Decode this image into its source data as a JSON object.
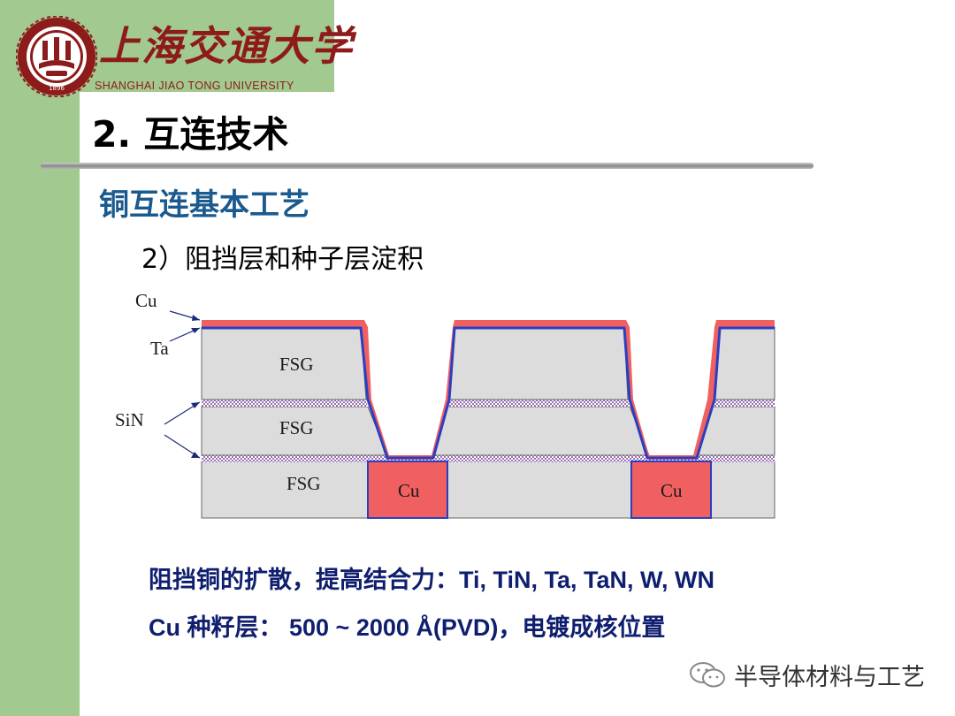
{
  "header": {
    "university_cn": "上海交通大学",
    "university_en": "SHANGHAI JIAO TONG UNIVERSITY",
    "logo_year": "1896"
  },
  "slide": {
    "title": "2. 互连技术",
    "subtitle": "铜互连基本工艺",
    "step": "2）阻挡层和种子层淀积"
  },
  "diagram": {
    "labels": {
      "cu_top": "Cu",
      "ta": "Ta",
      "sin": "SiN",
      "fsg_upper": "FSG",
      "fsg_middle": "FSG",
      "fsg_lower": "FSG",
      "cu_left": "Cu",
      "cu_right": "Cu"
    },
    "colors": {
      "fsg": "#dcdcdc",
      "copper": "#f06060",
      "tantalum": "#2a3fc0",
      "sin": "#b792c9"
    }
  },
  "notes": {
    "line1": "阻挡铜的扩散，提高结合力：Ti, TiN, Ta, TaN, W, WN",
    "line2": "Cu 种籽层： 500 ~ 2000 Å(PVD)，电镀成核位置"
  },
  "watermark": {
    "text": "半导体材料与工艺",
    "icon": "wechat-icon"
  }
}
